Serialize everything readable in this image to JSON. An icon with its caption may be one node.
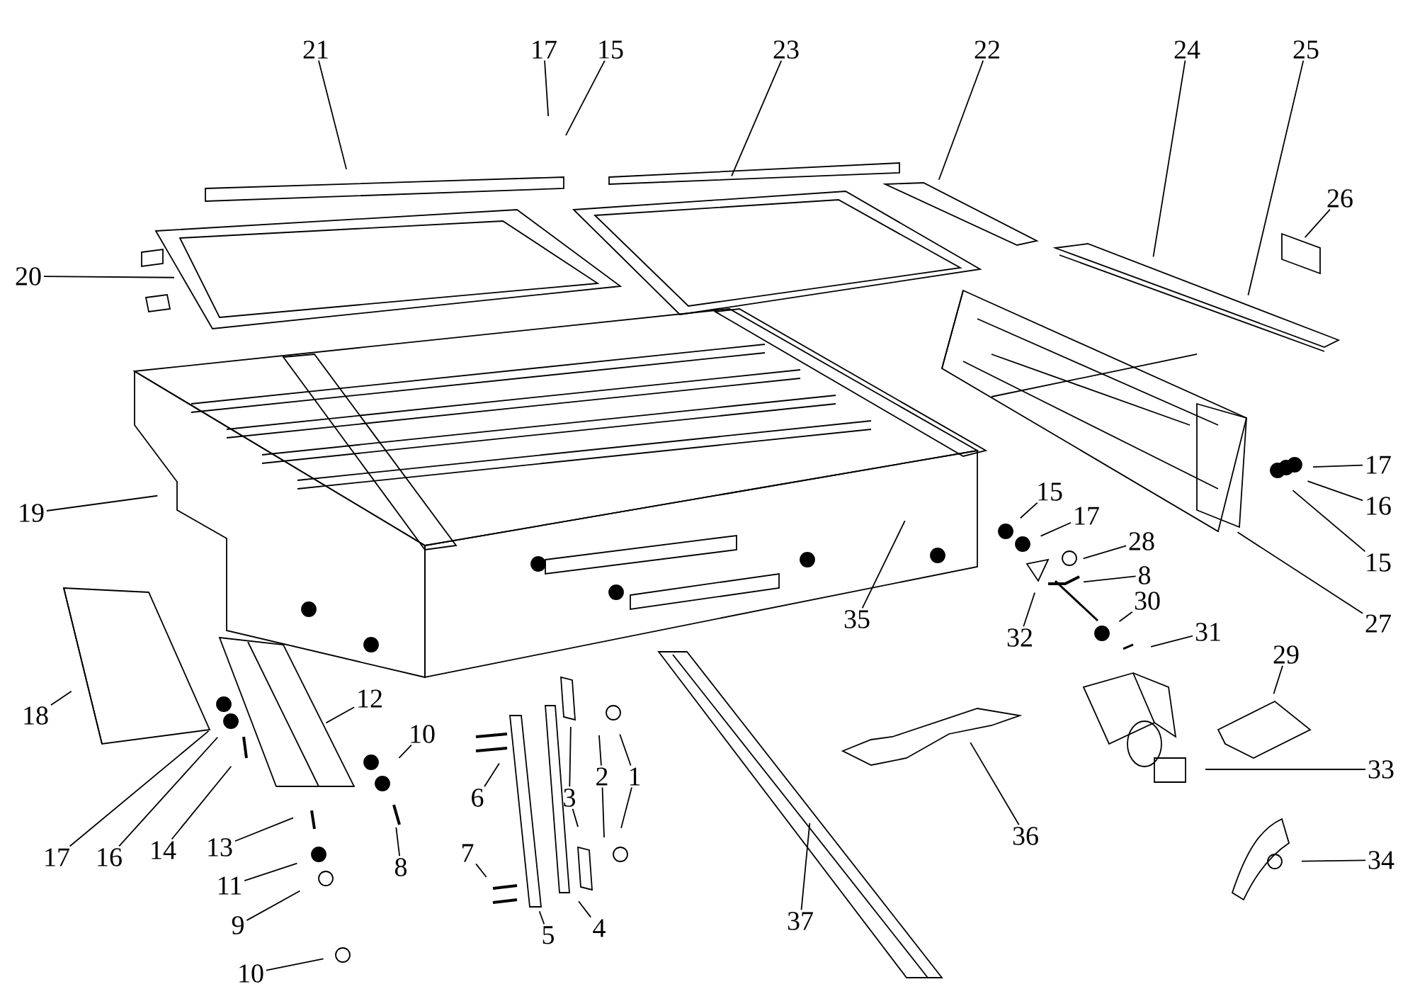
{
  "diagram": {
    "nodes": [
      {
        "text": [
          "21"
        ]
      },
      {
        "text": [
          "17"
        ]
      },
      {
        "text": [
          "15"
        ]
      },
      {
        "text": [
          "23"
        ]
      },
      {
        "text": [
          "22"
        ]
      },
      {
        "text": [
          "24"
        ]
      },
      {
        "text": [
          "25"
        ]
      },
      {
        "text": [
          "26"
        ]
      },
      {
        "text": [
          "20"
        ]
      },
      {
        "text": [
          "19"
        ]
      },
      {
        "text": [
          "17"
        ]
      },
      {
        "text": [
          "16"
        ]
      },
      {
        "text": [
          "15"
        ]
      },
      {
        "text": [
          "17"
        ]
      },
      {
        "text": [
          "28"
        ]
      },
      {
        "text": [
          "15"
        ]
      },
      {
        "text": [
          "8"
        ]
      },
      {
        "text": [
          "30"
        ]
      },
      {
        "text": [
          "35"
        ]
      },
      {
        "text": [
          "27"
        ]
      },
      {
        "text": [
          "31"
        ]
      },
      {
        "text": [
          "32"
        ]
      },
      {
        "text": [
          "29"
        ]
      },
      {
        "text": [
          "18"
        ]
      },
      {
        "text": [
          "12"
        ]
      },
      {
        "text": [
          "10"
        ]
      },
      {
        "text": [
          "33"
        ]
      },
      {
        "text": [
          "1"
        ]
      },
      {
        "text": [
          "2"
        ]
      },
      {
        "text": [
          "3"
        ]
      },
      {
        "text": [
          "6"
        ]
      },
      {
        "text": [
          "36"
        ]
      },
      {
        "text": [
          "13"
        ]
      },
      {
        "text": [
          "14"
        ]
      },
      {
        "text": [
          "17"
        ]
      },
      {
        "text": [
          "16"
        ]
      },
      {
        "text": [
          "7"
        ]
      },
      {
        "text": [
          "34"
        ]
      },
      {
        "text": [
          "8"
        ]
      },
      {
        "text": [
          "11"
        ]
      },
      {
        "text": [
          "37"
        ]
      },
      {
        "text": [
          "9"
        ]
      },
      {
        "text": [
          "4"
        ]
      },
      {
        "text": [
          "5"
        ]
      },
      {
        "text": [
          "10"
        ]
      }
    ],
    "edges": [
      {
        "from": 0,
        "to": null,
        "arrow": "none"
      },
      {
        "from": 1,
        "to": null,
        "arrow": "none"
      },
      {
        "from": 2,
        "to": null,
        "arrow": "none"
      },
      {
        "from": 3,
        "to": null,
        "arrow": "none"
      },
      {
        "from": 4,
        "to": null,
        "arrow": "none"
      },
      {
        "from": 5,
        "to": null,
        "arrow": "none"
      },
      {
        "from": 6,
        "to": null,
        "arrow": "none"
      },
      {
        "from": 7,
        "to": null,
        "arrow": "none"
      },
      {
        "from": 8,
        "to": null,
        "arrow": "none"
      },
      {
        "from": 9,
        "to": null,
        "arrow": "none"
      },
      {
        "from": 10,
        "to": null,
        "arrow": "none"
      },
      {
        "from": 11,
        "to": null,
        "arrow": "none"
      },
      {
        "from": 12,
        "to": null,
        "arrow": "none"
      },
      {
        "from": 13,
        "to": null,
        "arrow": "none"
      },
      {
        "from": 14,
        "to": null,
        "arrow": "none"
      },
      {
        "from": 15,
        "to": null,
        "arrow": "none"
      },
      {
        "from": 16,
        "to": null,
        "arrow": "none"
      },
      {
        "from": 17,
        "to": null,
        "arrow": "none"
      },
      {
        "from": 18,
        "to": null,
        "arrow": "none"
      },
      {
        "from": 19,
        "to": null,
        "arrow": "none"
      },
      {
        "from": 20,
        "to": null,
        "arrow": "none"
      },
      {
        "from": 21,
        "to": null,
        "arrow": "none"
      },
      {
        "from": 22,
        "to": null,
        "arrow": "none"
      },
      {
        "from": 23,
        "to": null,
        "arrow": "none"
      },
      {
        "from": 24,
        "to": null,
        "arrow": "none"
      },
      {
        "from": 25,
        "to": null,
        "arrow": "none"
      },
      {
        "from": 26,
        "to": null,
        "arrow": "none"
      },
      {
        "from": 27,
        "to": null,
        "arrow": "none"
      },
      {
        "from": 27,
        "to": null,
        "arrow": "none"
      },
      {
        "from": 28,
        "to": null,
        "arrow": "none"
      },
      {
        "from": 28,
        "to": null,
        "arrow": "none"
      },
      {
        "from": 29,
        "to": null,
        "arrow": "none"
      },
      {
        "from": 29,
        "to": null,
        "arrow": "none"
      },
      {
        "from": 30,
        "to": null,
        "arrow": "none"
      },
      {
        "from": 31,
        "to": null,
        "arrow": "none"
      },
      {
        "from": 32,
        "to": null,
        "arrow": "none"
      },
      {
        "from": 33,
        "to": null,
        "arrow": "none"
      },
      {
        "from": 34,
        "to": null,
        "arrow": "none"
      },
      {
        "from": 35,
        "to": null,
        "arrow": "none"
      },
      {
        "from": 36,
        "to": null,
        "arrow": "none"
      },
      {
        "from": 37,
        "to": null,
        "arrow": "none"
      },
      {
        "from": 38,
        "to": null,
        "arrow": "none"
      },
      {
        "from": 39,
        "to": null,
        "arrow": "none"
      },
      {
        "from": 40,
        "to": null,
        "arrow": "none"
      },
      {
        "from": 41,
        "to": null,
        "arrow": "none"
      },
      {
        "from": 42,
        "to": null,
        "arrow": "none"
      },
      {
        "from": 43,
        "to": null,
        "arrow": "none"
      },
      {
        "from": 44,
        "to": null,
        "arrow": "none"
      }
    ]
  }
}
